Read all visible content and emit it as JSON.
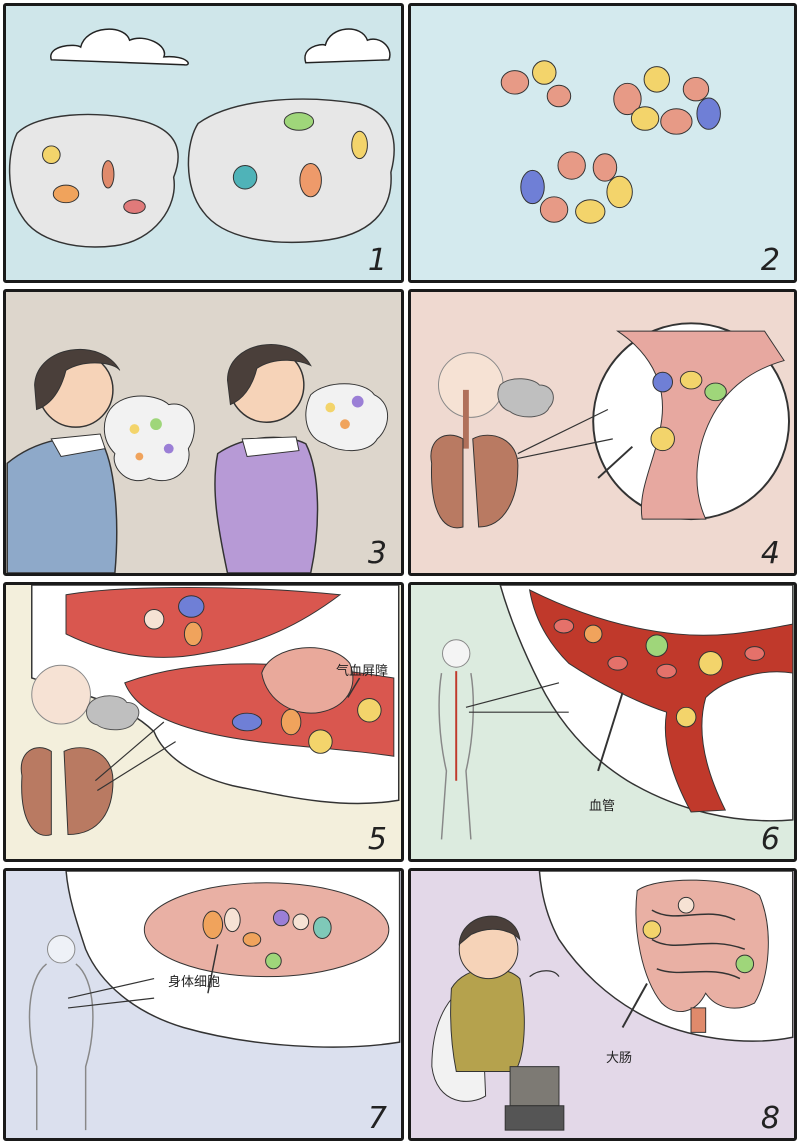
{
  "panels": [
    {
      "number": "1",
      "background": "#cfe6ea"
    },
    {
      "number": "2",
      "background": "#d4eaee"
    },
    {
      "number": "3",
      "background": "#ddd6cc"
    },
    {
      "number": "4",
      "background": "#efd9d0"
    },
    {
      "number": "5",
      "background": "#f3efdc",
      "label": "气血屏障"
    },
    {
      "number": "6",
      "background": "#dcebdf",
      "label": "血管"
    },
    {
      "number": "7",
      "background": "#dbe0ee",
      "label": "身体细胞"
    },
    {
      "number": "8",
      "background": "#e3d8e8",
      "label": "大肠"
    }
  ],
  "colors": {
    "vessel": "#c0392b",
    "tissue": "#e9a99b",
    "germ_orange": "#f0a35c",
    "germ_yellow": "#f3d46b",
    "germ_blue": "#6f7fd6",
    "germ_pink": "#e79a86"
  }
}
